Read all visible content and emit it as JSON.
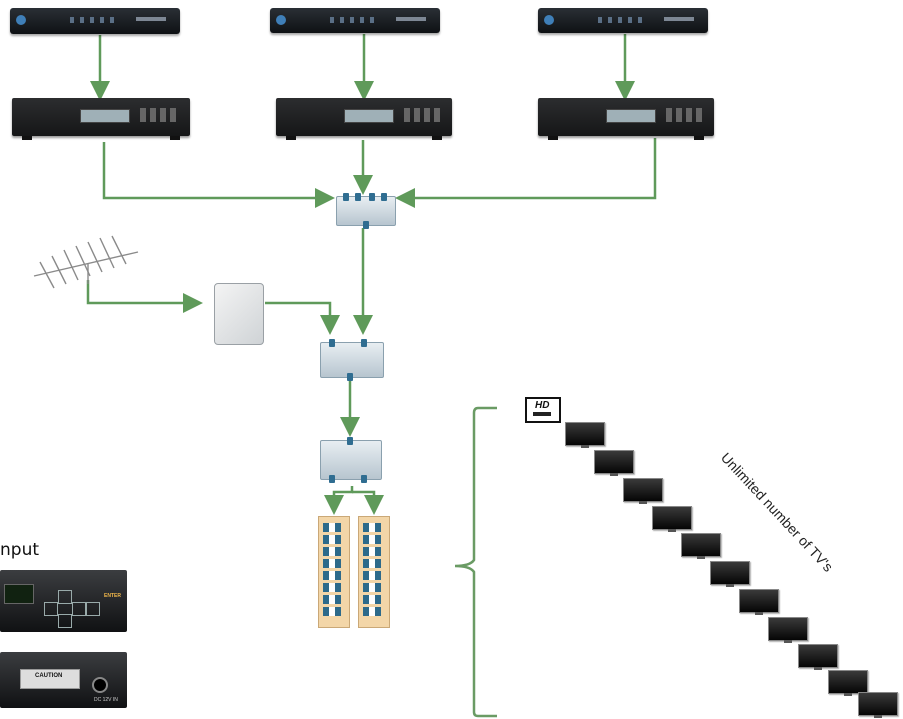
{
  "labels": {
    "unlimited_tvs": "Unlimited number of TV's",
    "input_partial": "nput",
    "tv_badge_hd": "HD"
  },
  "rack": {
    "front_brand": "ENTER",
    "rear_caution": "CAUTION",
    "rear_dc": "DC 12V IN"
  },
  "colors": {
    "arrow": "#5f9a5a",
    "bracket": "#6a9b64"
  },
  "icons": {
    "source": "satellite-receiver-icon",
    "modulator": "hd-modulator-icon",
    "combiner": "rf-combiner-icon",
    "antenna": "yagi-antenna-icon",
    "amplifier": "preamp-icon",
    "splitter": "rf-splitter-icon",
    "distribution": "coax-distribution-strip-icon",
    "tv": "tv-icon"
  }
}
